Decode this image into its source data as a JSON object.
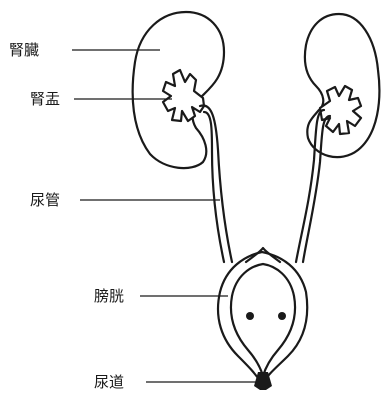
{
  "labels": {
    "kidney": "腎臓",
    "renal_pelvis": "腎盂",
    "ureter": "尿管",
    "bladder": "膀胱",
    "urethra": "尿道"
  }
}
